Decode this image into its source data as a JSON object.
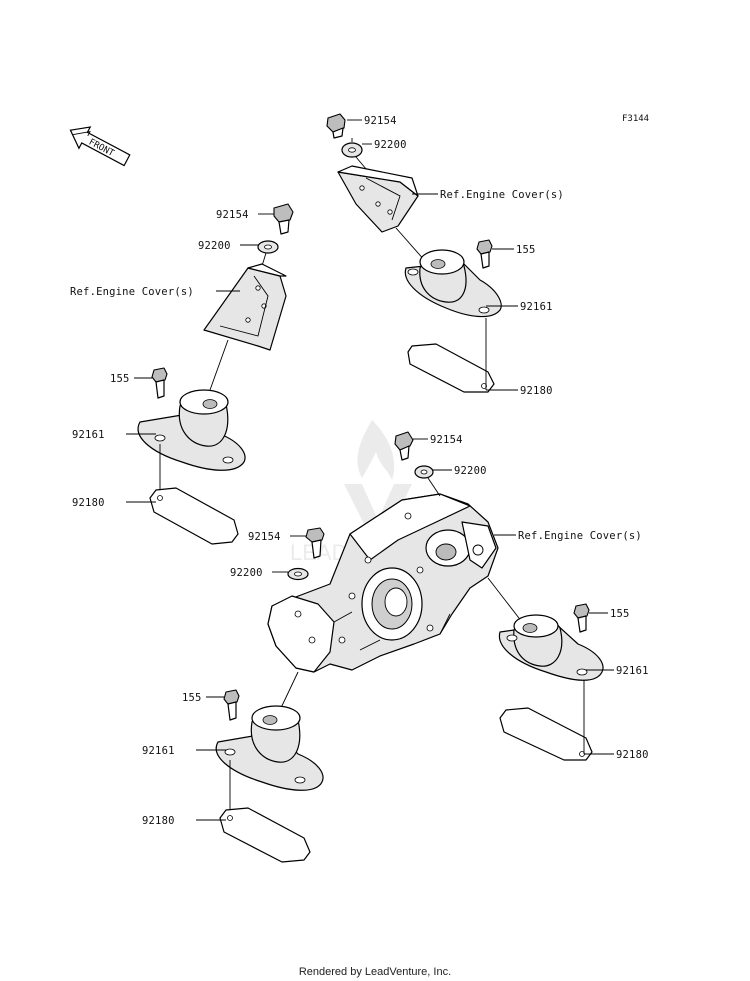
{
  "diagram_code": "F3144",
  "front_arrow_label": "FRONT",
  "watermark_text": "LEADVENTURE",
  "footer_text": "Rendered by LeadVenture, Inc.",
  "callouts": {
    "tr_bolt_top": "92154",
    "tr_washer": "92200",
    "tr_ref": "Ref.Engine Cover(s)",
    "tr_bolt_155": "155",
    "tr_mount": "92161",
    "tr_plate": "92180",
    "tl_bolt": "92154",
    "tl_washer": "92200",
    "tl_ref": "Ref.Engine Cover(s)",
    "tl_bolt_155": "155",
    "tl_mount": "92161",
    "tl_plate": "92180",
    "mr_bolt": "92154",
    "mr_washer": "92200",
    "mr_ref": "Ref.Engine Cover(s)",
    "mc_bolt": "92154",
    "mc_washer": "92200",
    "br_bolt_155": "155",
    "br_mount": "92161",
    "br_plate": "92180",
    "bl_bolt_155": "155",
    "bl_mount": "92161",
    "bl_plate": "92180"
  },
  "colors": {
    "line": "#000000",
    "part_fill": "#e6e6e6",
    "watermark": "#dcdcdc"
  }
}
